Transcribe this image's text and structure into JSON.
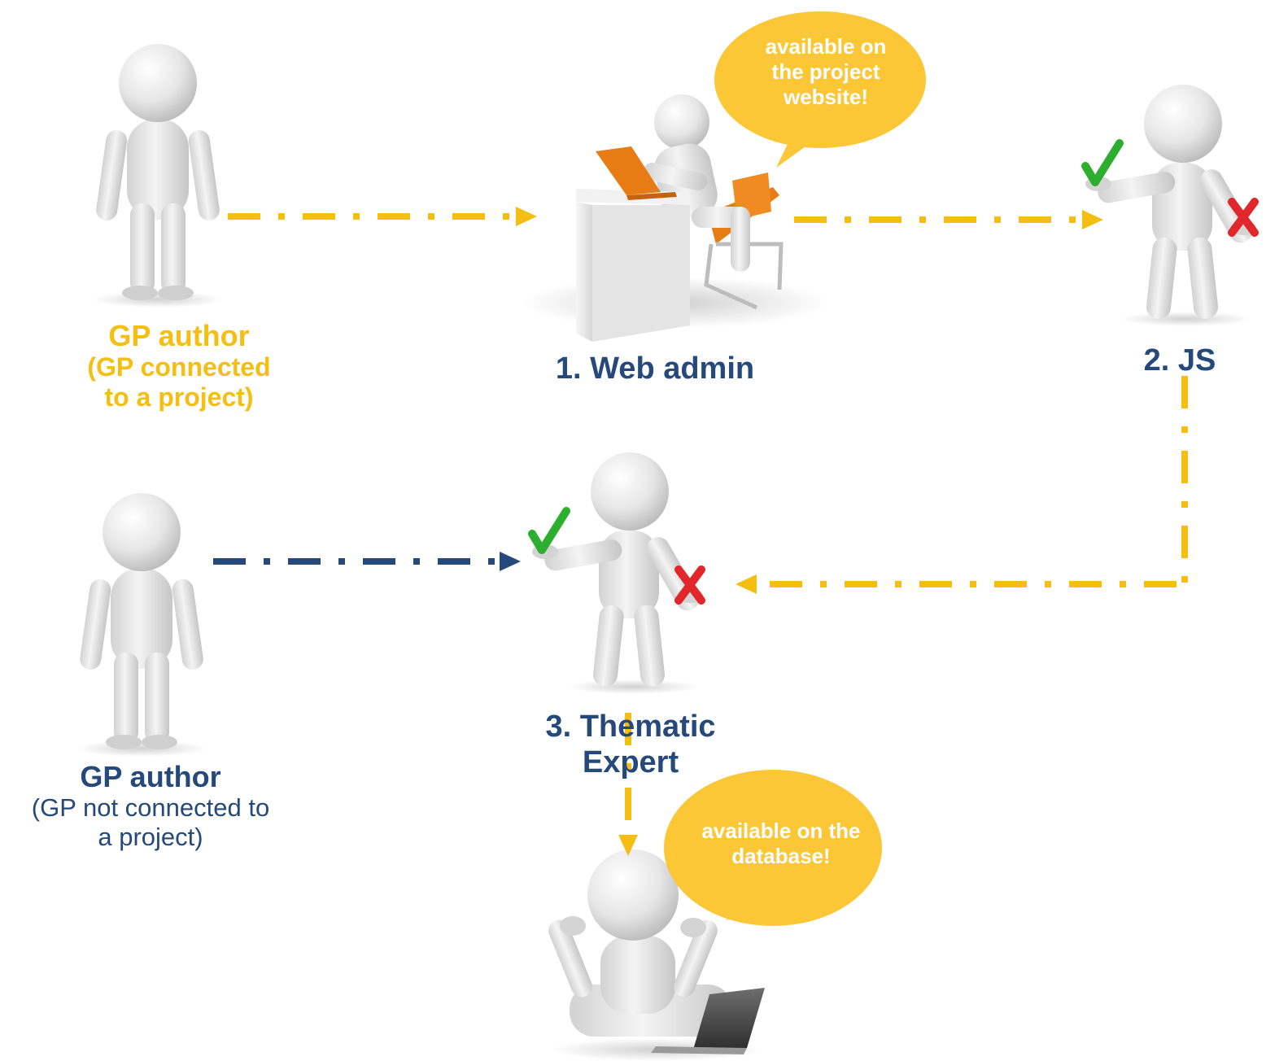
{
  "labels": {
    "gp_author_connected": {
      "line1": "GP author",
      "line2": "(GP connected",
      "line3": "to a project)"
    },
    "gp_author_not_connected": {
      "line1": "GP author",
      "line2": "(GP not connected to",
      "line3": "a project)"
    },
    "web_admin": "1. Web admin",
    "js": "2. JS",
    "thematic_expert": {
      "line1": "3. Thematic",
      "line2": "Expert"
    }
  },
  "bubbles": {
    "website": {
      "line1": "available on",
      "line2": "the project",
      "line3": "website!"
    },
    "database": {
      "line1": "available on the",
      "line2": "database!"
    }
  },
  "icons": {
    "figure": "person-figure-icon",
    "desk": "desk-icon",
    "chair": "office-chair-icon",
    "laptop": "laptop-icon",
    "check": "check-mark-icon",
    "cross": "cross-mark-icon",
    "bubble": "speech-bubble-icon"
  },
  "colors": {
    "yellow": "#F5BE12",
    "navy": "#25497A",
    "bubble": "#FBC737",
    "check": "#2EAE2E",
    "cross": "#E0282C",
    "figure": "#E4E4E4",
    "orange": "#E87C14",
    "white": "#FFFFFF"
  }
}
